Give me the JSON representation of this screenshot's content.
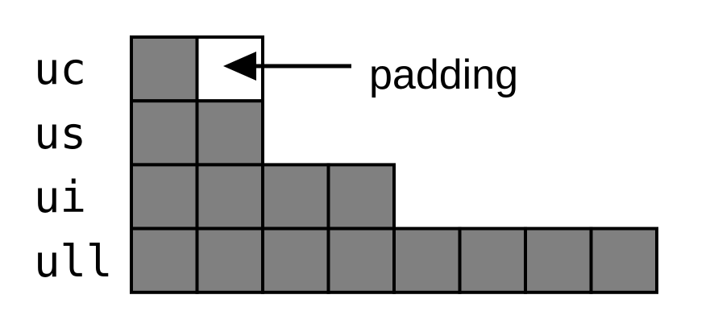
{
  "diagram": {
    "annotation": "padding",
    "colors": {
      "filled_cell": "#808080",
      "padding_cell": "#ffffff",
      "outline": "#000000"
    },
    "rows": [
      {
        "label": "uc",
        "cells": 2,
        "padding_cells": 1
      },
      {
        "label": "us",
        "cells": 2,
        "padding_cells": 0
      },
      {
        "label": "ui",
        "cells": 4,
        "padding_cells": 0
      },
      {
        "label": "ull",
        "cells": 8,
        "padding_cells": 0
      }
    ]
  }
}
